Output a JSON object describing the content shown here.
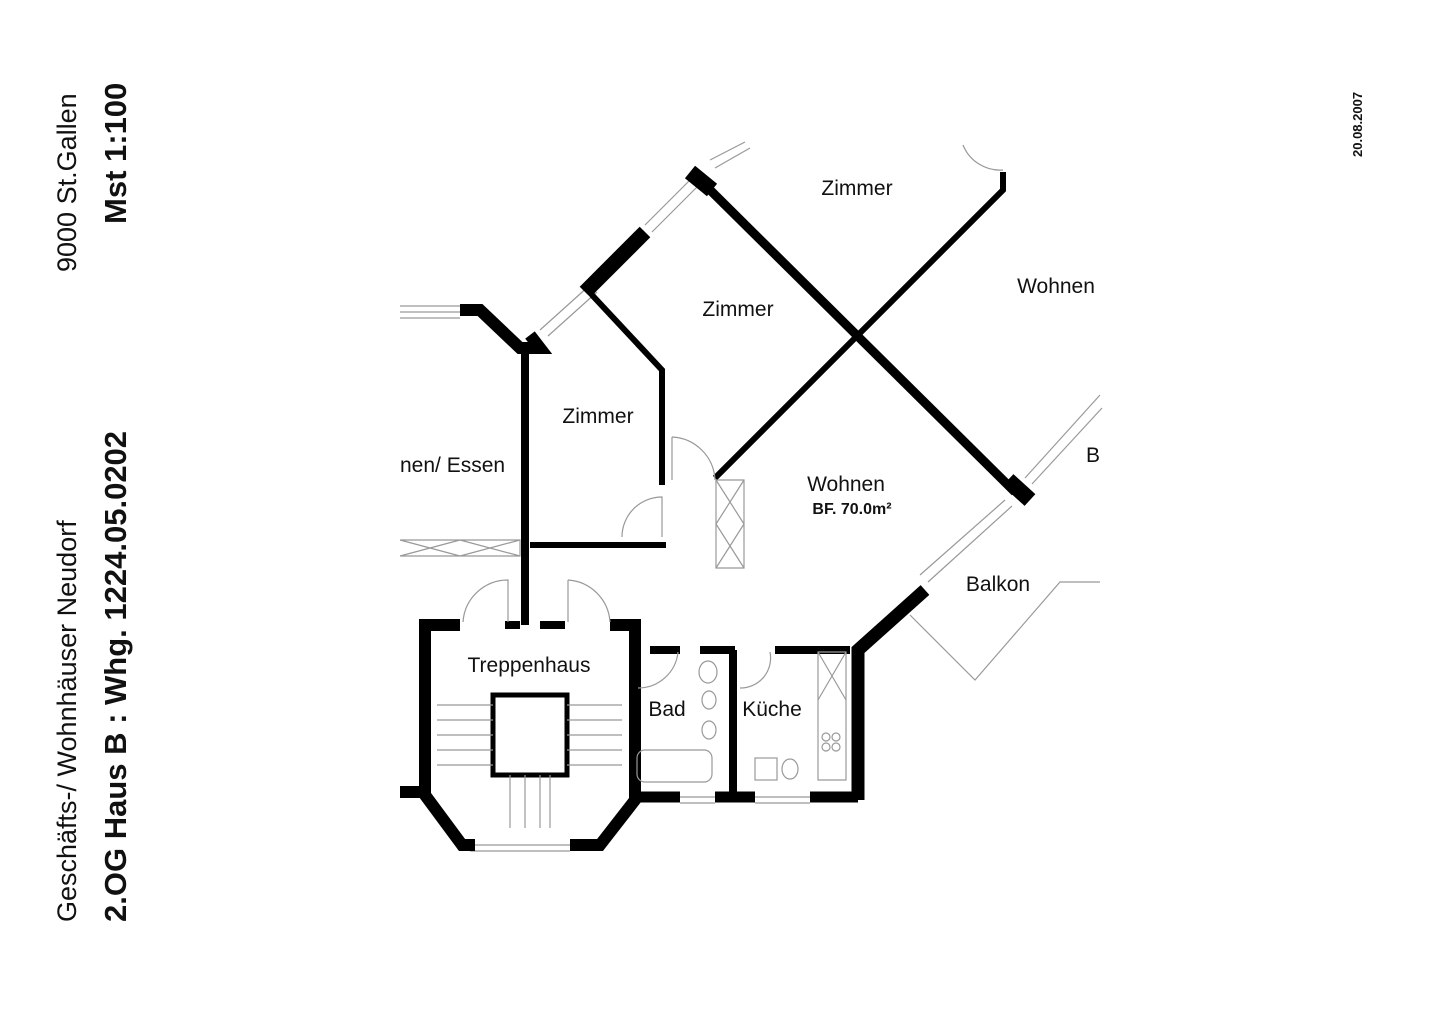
{
  "title_block": {
    "location": "9000 St.Gallen",
    "scale": "Mst 1:100",
    "project": "Geschäfts-/ Wohnhäuser Neudorf",
    "unit": "2.OG Haus B : Whg. 1224.05.0202",
    "date": "20.08.2007"
  },
  "rooms": {
    "zimmer_top": "Zimmer",
    "zimmer_mid": "Zimmer",
    "zimmer_left": "Zimmer",
    "wohnen_right": "Wohnen",
    "wohnen_essen_partial": "nen/ Essen",
    "wohnen_main": "Wohnen",
    "wohnen_area": "BF. 70.0m²",
    "balkon": "Balkon",
    "balkon_partial": "B",
    "treppenhaus": "Treppenhaus",
    "bad": "Bad",
    "kueche": "Küche"
  },
  "colors": {
    "wall": "#000000",
    "fixture": "#999999"
  }
}
